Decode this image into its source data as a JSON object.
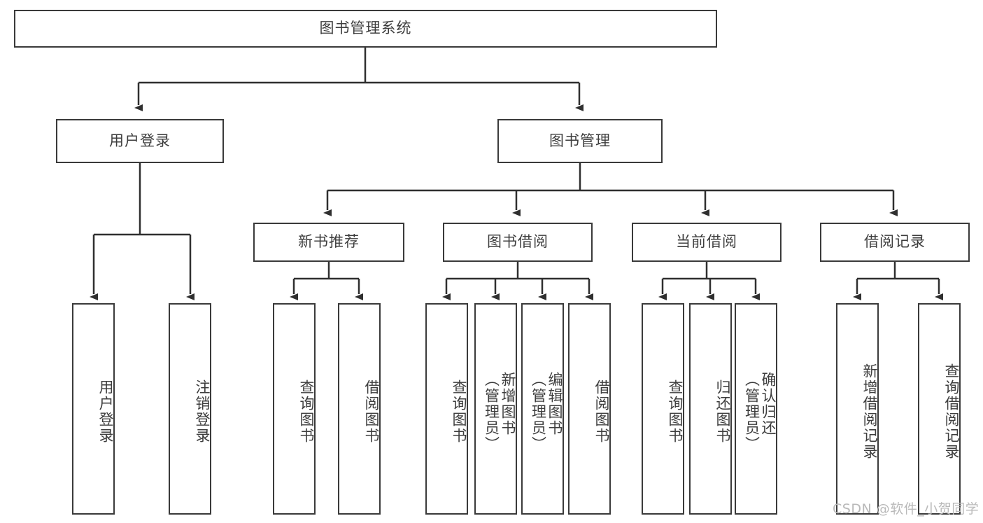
{
  "diagram": {
    "type": "tree-hierarchy-chart",
    "title": "图书管理系统",
    "colors": {
      "box_border": "#3a3a3a",
      "box_fill": "#ffffff",
      "edge": "#2f2f2f",
      "text": "#3d3d3d",
      "watermark": "#b9b9b9",
      "background": "#ffffff"
    },
    "root": {
      "label": "图书管理系统"
    },
    "level2": [
      {
        "label": "用户登录"
      },
      {
        "label": "图书管理"
      }
    ],
    "level3": [
      {
        "label": "新书推荐"
      },
      {
        "label": "图书借阅"
      },
      {
        "label": "当前借阅"
      },
      {
        "label": "借阅记录"
      }
    ],
    "leaves": {
      "user_login": [
        {
          "label": "用户登录"
        },
        {
          "label": "注销登录"
        }
      ],
      "new_book_recommend": [
        {
          "label": "查询图书"
        },
        {
          "label": "借阅图书"
        }
      ],
      "book_borrow": [
        {
          "label": "查询图书"
        },
        {
          "label": "新增图书\n（管理员）"
        },
        {
          "label": "编辑图书\n（管理员）"
        },
        {
          "label": "借阅图书"
        }
      ],
      "current_borrow": [
        {
          "label": "查询图书"
        },
        {
          "label": "归还图书"
        },
        {
          "label": "确认归还\n（管理员）"
        }
      ],
      "borrow_records": [
        {
          "label": "新增借阅记录"
        },
        {
          "label": "查询借阅记录"
        }
      ]
    },
    "watermark": "CSDN @软件_小贺同学"
  }
}
